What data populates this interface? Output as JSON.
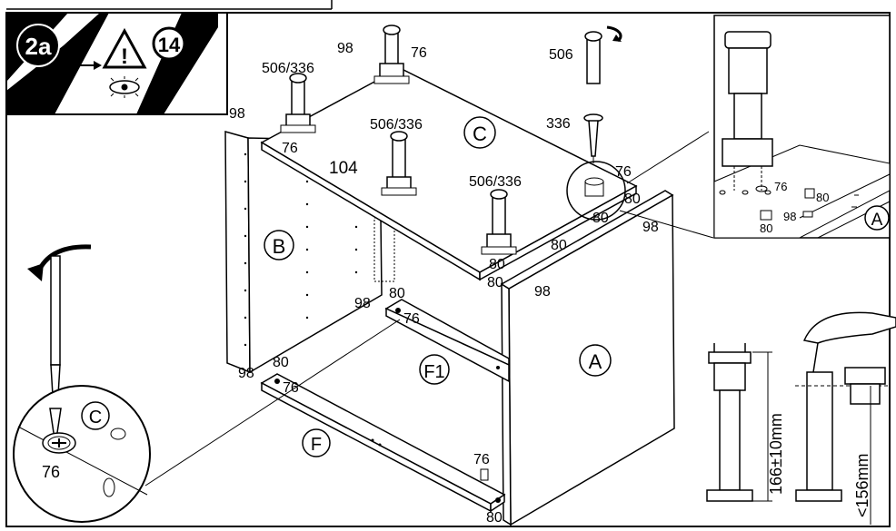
{
  "step": {
    "badge": "2a",
    "next_step": "14",
    "warning_symbol": "!"
  },
  "parts": {
    "leg_screw": "506/336",
    "leg": "506",
    "screw": "336",
    "cam_76": "76",
    "dowel_80": "80",
    "cam_bolt_98": "98",
    "pin_104": "104"
  },
  "panels": {
    "side_a": "A",
    "side_b": "B",
    "bottom_c": "C",
    "rail_f": "F",
    "rail_f1": "F1"
  },
  "detail_labels": {
    "circle_c": "C",
    "circle_76": "76",
    "inset_a": "A",
    "inset_76": "76",
    "inset_80a": "80",
    "inset_80b": "80",
    "inset_98": "98"
  },
  "dimensions": {
    "height_range": "166±10mm",
    "height_max": "<156mm"
  },
  "colors": {
    "ink": "#000000",
    "paper": "#ffffff",
    "badge_fill": "#000000"
  }
}
